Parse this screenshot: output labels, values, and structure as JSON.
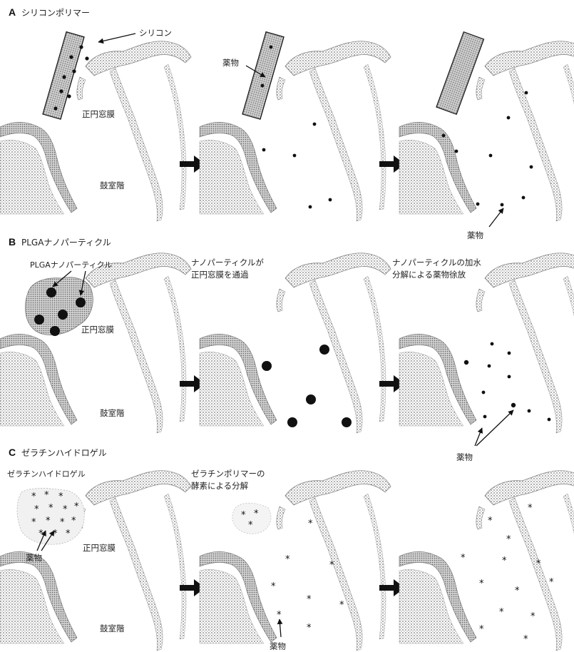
{
  "sections": [
    {
      "letter": "A",
      "title": "シリコンポリマー",
      "panel1": {
        "silicone": "シリコン",
        "membrane": "正円窓膜",
        "scala": "鼓室階"
      },
      "panel2": {
        "drug": "薬物"
      },
      "panel3": {
        "drug": "薬物"
      }
    },
    {
      "letter": "B",
      "title": "PLGAナノパーティクル",
      "panel1": {
        "particles": "PLGAナノパーティクル",
        "membrane": "正円窓膜",
        "scala": "鼓室階"
      },
      "panel2": {
        "caption1": "ナノパーティクルが",
        "caption2": "正円窓膜を通過"
      },
      "panel3": {
        "caption1": "ナノパーティクルの加水",
        "caption2": "分解による薬物徐放",
        "drug": "薬物"
      }
    },
    {
      "letter": "C",
      "title": "ゼラチンハイドロゲル",
      "panel1": {
        "gel": "ゼラチンハイドロゲル",
        "drug": "薬物",
        "membrane": "正円窓膜",
        "scala": "鼓室階"
      },
      "panel2": {
        "caption1": "ゼラチンポリマーの",
        "caption2": "酵素による分解",
        "drug": "薬物"
      },
      "panel3": {}
    }
  ],
  "colors": {
    "ink": "#111111",
    "tissue": "#9a9a9a",
    "fill": "#bdbdbd"
  }
}
